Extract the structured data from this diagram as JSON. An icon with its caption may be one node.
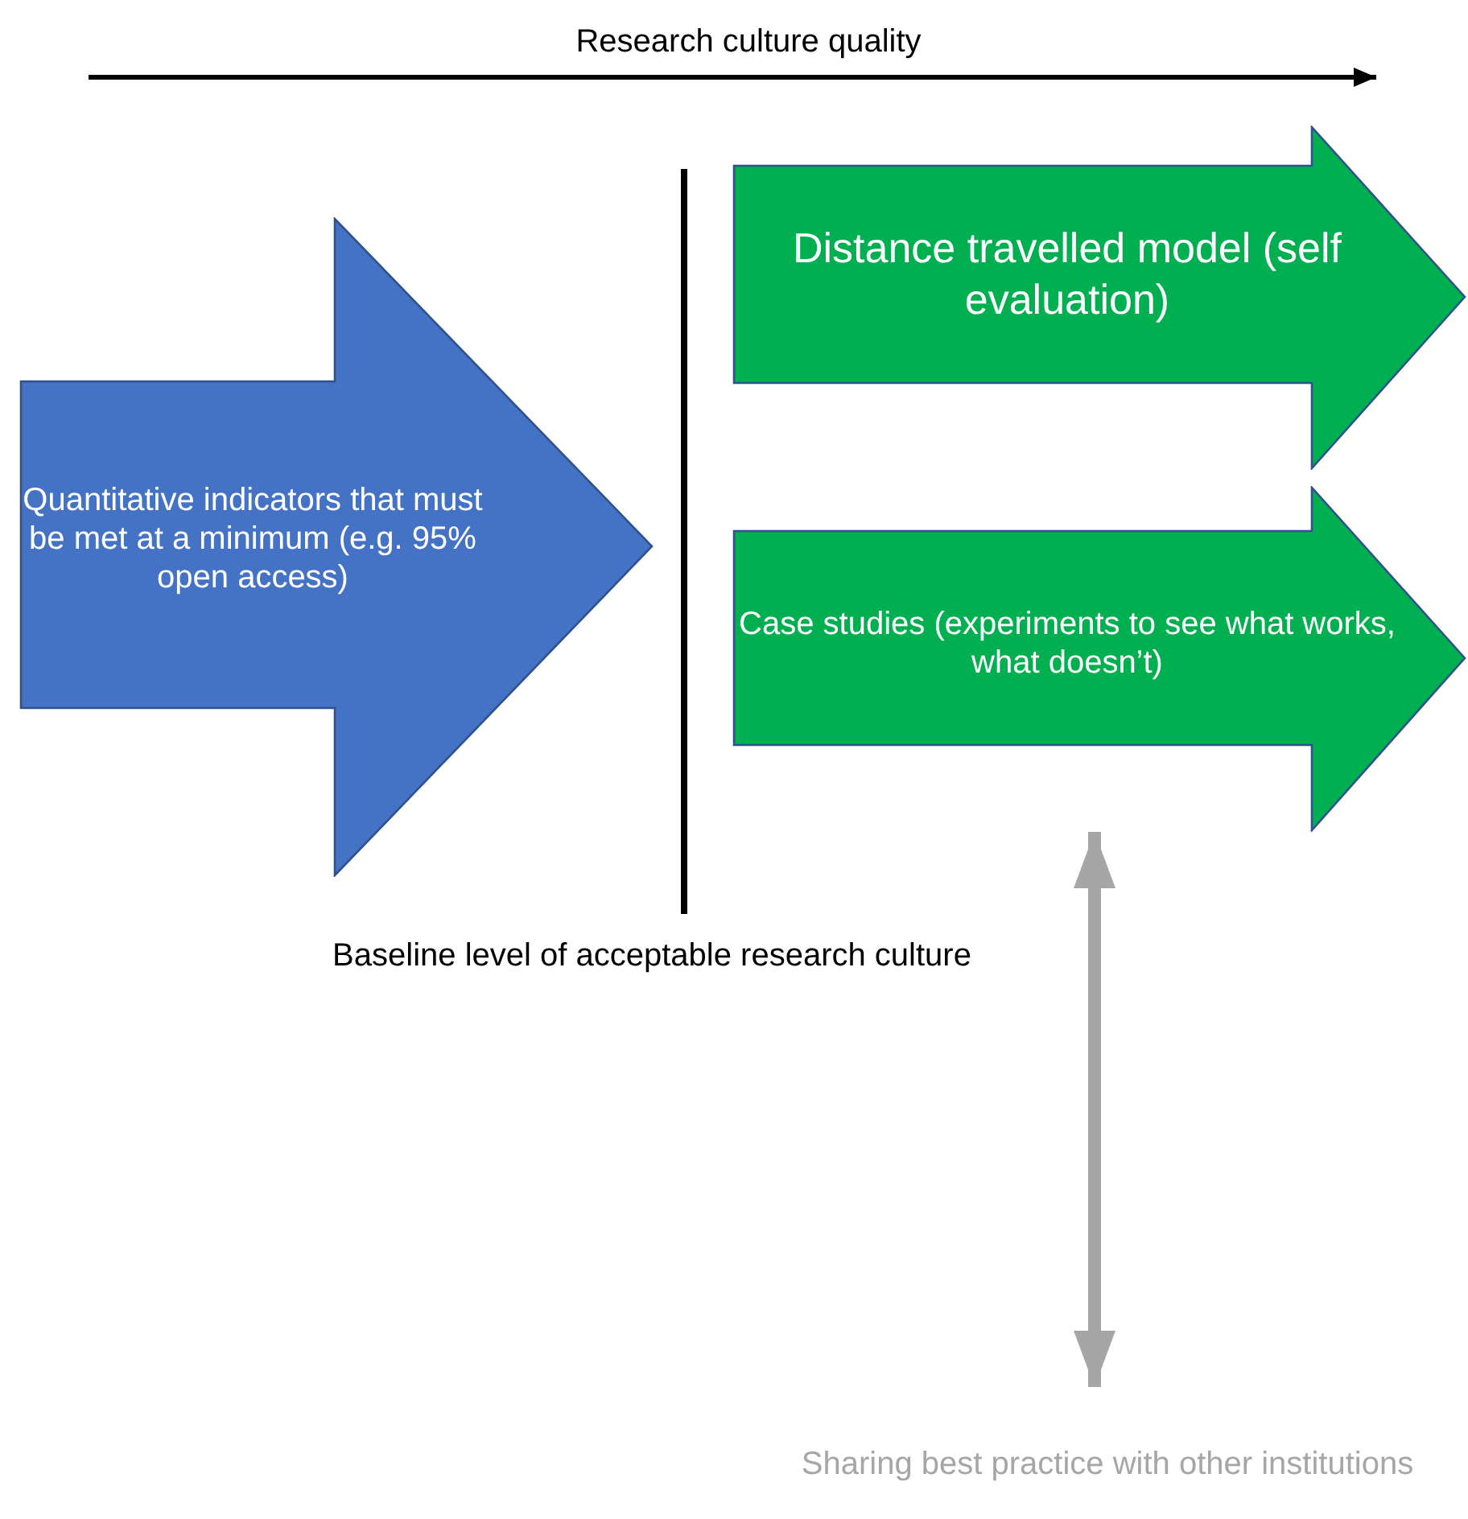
{
  "diagram": {
    "nodes": [
      {
        "text": [
          "Quantitative indicators that must be met at a minimum (e.g. 95% open access)"
        ]
      },
      {
        "text": [
          "Distance travelled model (self evaluation)"
        ]
      },
      {
        "text": [
          "Case studies (experiments to see what works, what doesn’t)"
        ]
      },
      {
        "text": [
          "Sharing best practice with other institutions"
        ]
      }
    ],
    "edges": [
      {
        "from": 2,
        "to": 3,
        "arrow": "both",
        "color": "#a6a6a6"
      }
    ],
    "labels": [
      "Research culture quality",
      "Baseline level of acceptable research culture"
    ]
  }
}
